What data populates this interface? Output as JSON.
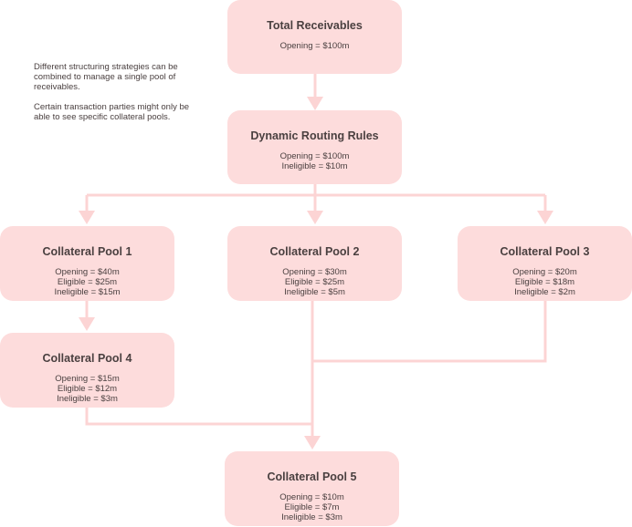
{
  "notes": {
    "paragraph_1": "Different structuring strategies can be combined to manage a single pool of receivables.",
    "paragraph_2": "Certain transaction parties might only be able to see specific collateral pools."
  },
  "nodes": {
    "total": {
      "title": "Total Receivables",
      "lines": [
        "Opening = $100m"
      ]
    },
    "routing": {
      "title": "Dynamic Routing Rules",
      "lines": [
        "Opening = $100m",
        "Ineligible = $10m"
      ]
    },
    "pool1": {
      "title": "Collateral Pool 1",
      "lines": [
        "Opening = $40m",
        "Eligible = $25m",
        "Ineligible = $15m"
      ]
    },
    "pool2": {
      "title": "Collateral Pool 2",
      "lines": [
        "Opening = $30m",
        "Eligible = $25m",
        "Ineligible = $5m"
      ]
    },
    "pool3": {
      "title": "Collateral Pool 3",
      "lines": [
        "Opening = $20m",
        "Eligible = $18m",
        "Ineligible = $2m"
      ]
    },
    "pool4": {
      "title": "Collateral Pool 4",
      "lines": [
        "Opening = $15m",
        "Eligible = $12m",
        "Ineligible = $3m"
      ]
    },
    "pool5": {
      "title": "Collateral Pool 5",
      "lines": [
        "Opening = $10m",
        "Eligible = $7m",
        "Ineligible = $3m"
      ]
    }
  },
  "colors": {
    "node_fill": "#fddcdc",
    "connector": "#fcd4d4",
    "text": "#4a4040"
  }
}
